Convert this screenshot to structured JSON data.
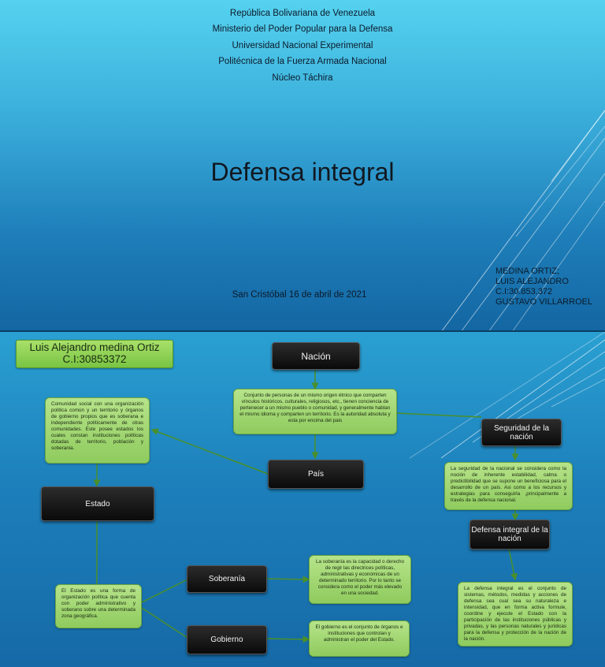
{
  "slide1": {
    "header": [
      "República Bolivariana de Venezuela",
      "Ministerio del Poder Popular para la Defensa",
      "Universidad Nacional Experimental",
      "Politécnica de la Fuerza Armada Nacional",
      "Núcleo Táchira"
    ],
    "title": "Defensa integral",
    "date": "San Cristóbal 16 de abril de 2021",
    "author_lines": [
      "MEDINA ORTIZ;",
      "LUIS ALEJANDRO",
      "C.I:30.853.372",
      "GUSTAVO VILLARROEL"
    ]
  },
  "slide2": {
    "badge": {
      "name": "Luis Alejandro medina Ortiz",
      "ci": "C.I:30853372"
    },
    "nodes": {
      "nacion": "Nación",
      "pais": "País",
      "estado": "Estado",
      "soberania": "Soberanía",
      "gobierno": "Gobierno",
      "seguridad": "Seguridad de la nación",
      "defensa": "Defensa integral de la nación"
    },
    "texts": {
      "nacion_def": "Conjunto de personas de un mismo origen étnico que comparten vínculos históricos, culturales, religiosos, etc., tienen conciencia de pertenecer a un mismo pueblo o comunidad, y generalmente hablan el mismo idioma y comparten un territorio. Es la autoridad absoluta y esta por encima del pais",
      "pais_def": "Comunidad social con una organización política común y un territorio y órganos de gobierno propios que es soberana e independiente políticamente de otras comunidades. Este posee estados los cuales constan instituciones políticas dotadas de territorio, población y soberania.",
      "estado_def": "El Estado es una forma de organización política que cuenta con poder administrativo y soberano sobre una determinada zona geográfica.",
      "soberania_def": "La soberanía es la capacidad o derecho de regir las directrices políticas, administrativas y económicas de un determinado territorio. Por lo tanto se considera como el poder más elevado en una sociedad.",
      "gobierno_def": "El gobierno es el conjunto de órganos e instituciones que controlan y administran el poder del Estado.",
      "seguridad_def": "La seguridad de la nacional se considera como la noción de inherente estabilidad, calma o predictibilidad que se supone un beneficiosa para el desarrollo de un país. Asi como a los recursos y estrategias para conseguirla ,principalmente a través de la defensa nacional.",
      "defensa_def": "La defensa integral es el conjunto de sistemas, métodos, medidas y acciones de defensa sea cual sea su naturaleza e intensidad, que en forma activa formule, coordine y ejecute el Estado con la participación de las instituciones públicas y privadas, y las personas naturales y jurídicas para la defensa y protección de la nación de la nación."
    }
  },
  "colors": {
    "connector": "#4a8f2a",
    "node_dark": "#111111",
    "text_box": "#a4d873"
  }
}
